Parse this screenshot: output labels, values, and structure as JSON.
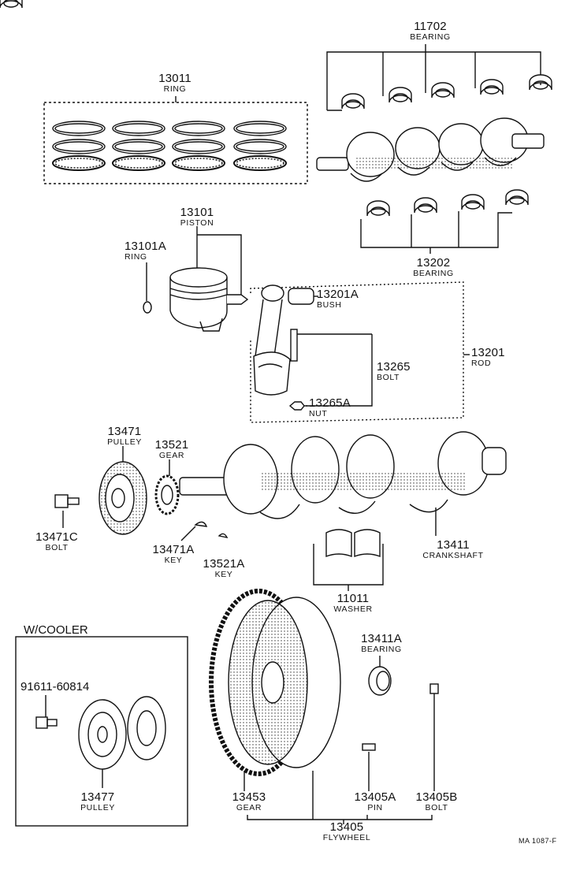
{
  "parts": {
    "ring_set": {
      "number": "13011",
      "name": "RING"
    },
    "main_bearing": {
      "number": "11702",
      "name": "BEARING"
    },
    "piston": {
      "number": "13101",
      "name": "PISTON"
    },
    "snap_ring": {
      "number": "13101A",
      "name": "RING"
    },
    "rod_bearing": {
      "number": "13202",
      "name": "BEARING"
    },
    "bush": {
      "number": "13201A",
      "name": "BUSH"
    },
    "rod": {
      "number": "13201",
      "name": "ROD"
    },
    "rod_bolt": {
      "number": "13265",
      "name": "BOLT"
    },
    "rod_nut": {
      "number": "13265A",
      "name": "NUT"
    },
    "pulley": {
      "number": "13471",
      "name": "PULLEY"
    },
    "gear": {
      "number": "13521",
      "name": "GEAR"
    },
    "pulley_bolt": {
      "number": "13471C",
      "name": "BOLT"
    },
    "pulley_key": {
      "number": "13471A",
      "name": "KEY"
    },
    "gear_key": {
      "number": "13521A",
      "name": "KEY"
    },
    "crankshaft": {
      "number": "13411",
      "name": "CRANKSHAFT"
    },
    "washer": {
      "number": "11011",
      "name": "WASHER"
    },
    "pilot_bearing": {
      "number": "13411A",
      "name": "BEARING"
    },
    "cooler_bolt": {
      "number": "91611-60814"
    },
    "cooler_pulley": {
      "number": "13477",
      "name": "PULLEY"
    },
    "ring_gear": {
      "number": "13453",
      "name": "GEAR"
    },
    "pin": {
      "number": "13405A",
      "name": "PIN"
    },
    "flywheel_bolt": {
      "number": "13405B",
      "name": "BOLT"
    },
    "flywheel": {
      "number": "13405",
      "name": "FLYWHEEL"
    }
  },
  "cooler_box_title": "W/COOLER",
  "figure_code": "MA 1087-F"
}
